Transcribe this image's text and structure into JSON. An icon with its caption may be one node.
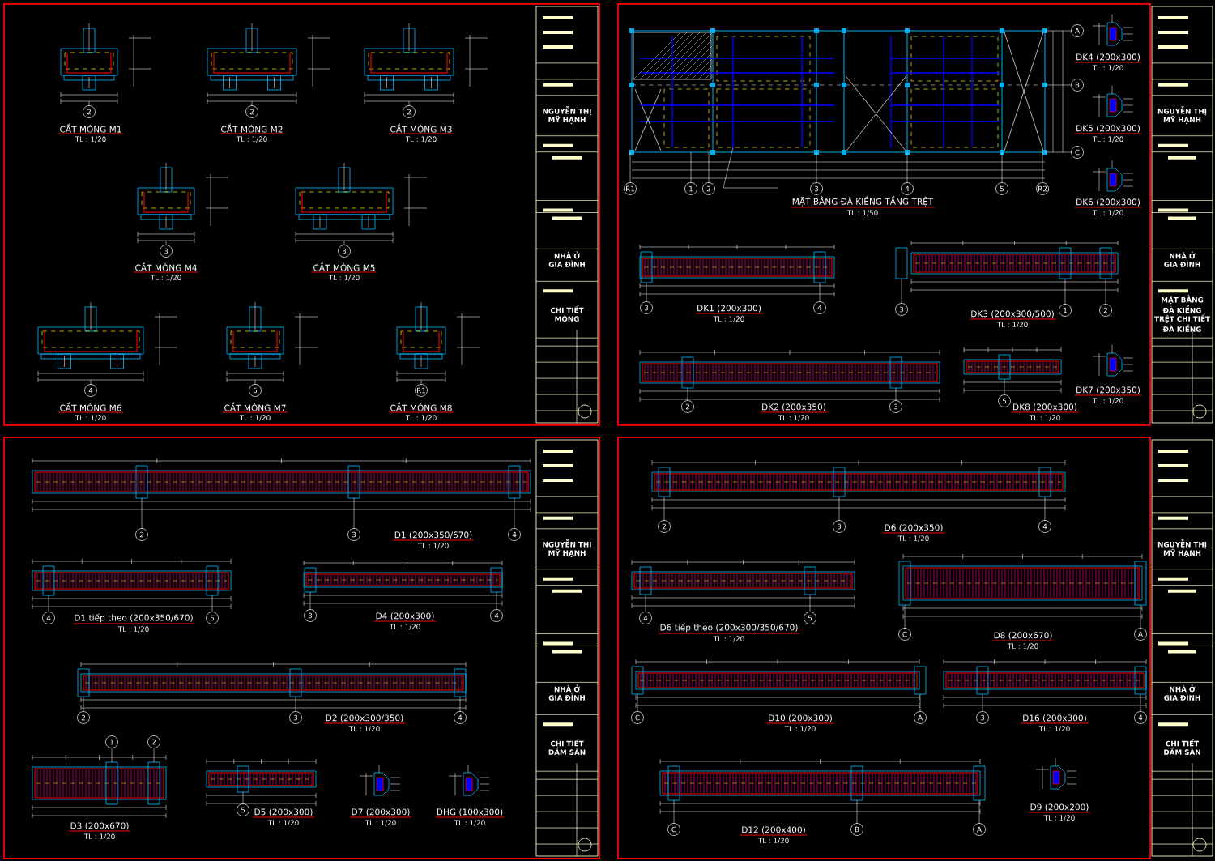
{
  "diagram": {
    "labels": [
      "2",
      "CẮT MÓNG M1",
      "TL : 1/20",
      "2",
      "CẮT MÓNG M2",
      "TL : 1/20",
      "2",
      "CẮT MÓNG M3",
      "TL : 1/20",
      "3",
      "CẮT MÓNG M4",
      "TL : 1/20",
      "3",
      "CẮT MÓNG M5",
      "TL : 1/20",
      "4",
      "CẮT MÓNG M6",
      "TL : 1/20",
      "5",
      "CẮT MÓNG M7",
      "TL : 1/20",
      "R1",
      "CẮT MÓNG M8",
      "TL : 1/20",
      "NGUYỄN THỊ MỸ HẠNH",
      "NHÀ Ở GIA ĐÌNH",
      "CHI TIẾT MÓNG",
      "A",
      "B",
      "C",
      "R1",
      "1",
      "2",
      "3",
      "4",
      "5",
      "R2",
      "MẶT BẰNG ĐÀ KIỀNG TẦNG TRỆT",
      "TL : 1/50",
      "DK4 (200x300)",
      "TL : 1/20",
      "DK5 (200x300)",
      "TL : 1/20",
      "DK6 (200x300)",
      "TL : 1/20",
      "3",
      "4",
      "DK1 (200x300)",
      "TL : 1/20",
      "3",
      "1",
      "2",
      "DK3 (200x300/500)",
      "TL : 1/20",
      "2",
      "DK2 (200x350)",
      "3",
      "TL : 1/20",
      "5",
      "DK8 (200x300)",
      "TL : 1/20",
      "DK7 (200x350)",
      "TL : 1/20",
      "NGUYỄN THỊ MỸ HẠNH",
      "NHÀ Ở GIA ĐÌNH",
      "MẶT BẰNG ĐÀ KIỀNG TRỆT CHI TIẾT ĐÀ KIỀNG",
      "2",
      "3",
      "4",
      "D1 (200x350/670)",
      "TL : 1/20",
      "4",
      "5",
      "D1 tiếp theo (200x350/670)",
      "TL : 1/20",
      "3",
      "4",
      "D4 (200x300)",
      "TL : 1/20",
      "2",
      "3",
      "4",
      "D2 (200x300/350)",
      "TL : 1/20",
      "1",
      "2",
      "D3 (200x670)",
      "TL : 1/20",
      "5",
      "D5 (200x300)",
      "TL : 1/20",
      "D7 (200x300)",
      "TL : 1/20",
      "DHG (100x300)",
      "TL : 1/20",
      "NGUYỄN THỊ MỸ HẠNH",
      "NHÀ Ở GIA ĐÌNH",
      "CHI TIẾT DẦM SÀN",
      "2",
      "3",
      "4",
      "D6 (200x350)",
      "TL : 1/20",
      "4",
      "5",
      "D6 tiếp theo (200x300/350/670)",
      "TL : 1/20",
      "C",
      "A",
      "D8 (200x670)",
      "TL : 1/20",
      "C",
      "A",
      "D10 (200x300)",
      "TL : 1/20",
      "3",
      "4",
      "D16 (200x300)",
      "TL : 1/20",
      "C",
      "B",
      "A",
      "D12 (200x400)",
      "TL : 1/20",
      "D9 (200x200)",
      "TL : 1/20",
      "NGUYỄN THỊ MỸ HẠNH",
      "NHÀ Ở GIA ĐÌNH",
      "CHI TIẾT DẦM SÀN"
    ]
  }
}
